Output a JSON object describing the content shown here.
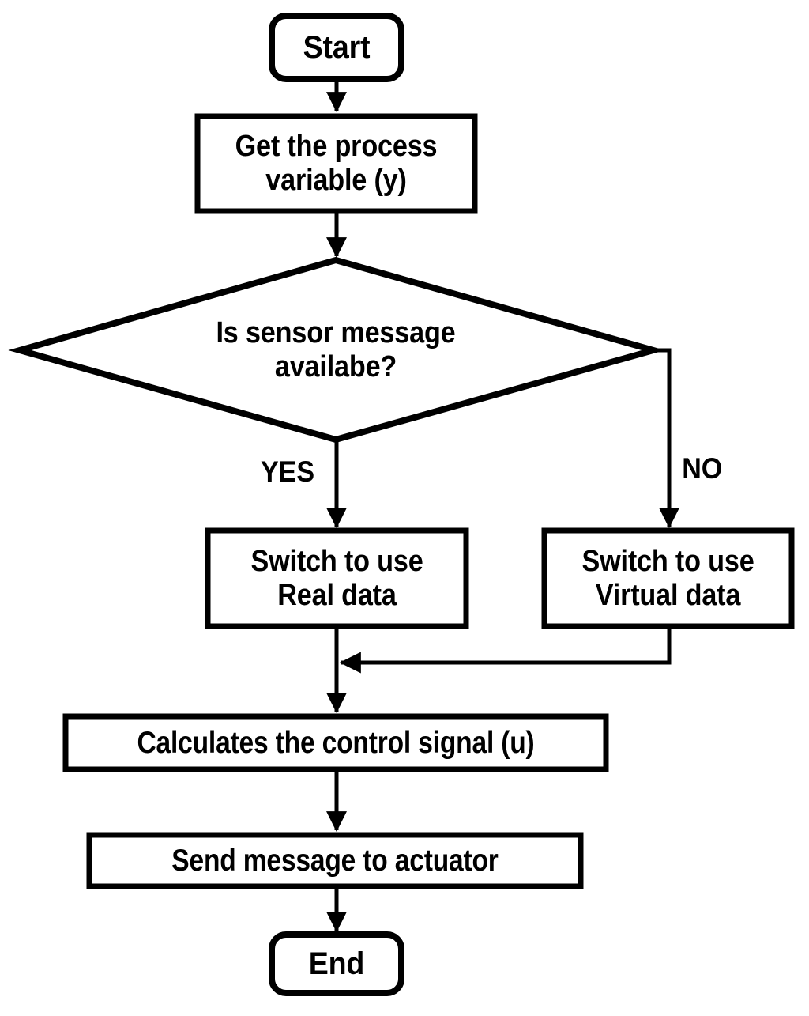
{
  "diagram": {
    "type": "flowchart",
    "title": "Sensor availability control loop flowchart",
    "orientation": "top-to-bottom",
    "stroke_color": "#000000",
    "fill_color": "#ffffff",
    "background_color": "#ffffff"
  },
  "nodes": {
    "start": {
      "label": "Start",
      "shape": "rounded-terminal"
    },
    "get_process_variable": {
      "label": "Get the process\nvariable (y)",
      "shape": "rectangle"
    },
    "decision_sensor": {
      "label": "Is sensor message\navailabe?",
      "shape": "diamond"
    },
    "switch_real": {
      "label": "Switch to use\nReal data",
      "shape": "rectangle"
    },
    "switch_virtual": {
      "label": "Switch to use\nVirtual data",
      "shape": "rectangle"
    },
    "calculate_control": {
      "label": "Calculates the control signal (u)",
      "shape": "rectangle"
    },
    "send_actuator": {
      "label": "Send message to actuator",
      "shape": "rectangle"
    },
    "end": {
      "label": "End",
      "shape": "rounded-terminal"
    }
  },
  "edges": [
    {
      "from": "start",
      "to": "get_process_variable",
      "label": ""
    },
    {
      "from": "get_process_variable",
      "to": "decision_sensor",
      "label": ""
    },
    {
      "from": "decision_sensor",
      "to": "switch_real",
      "label": "YES"
    },
    {
      "from": "decision_sensor",
      "to": "switch_virtual",
      "label": "NO"
    },
    {
      "from": "switch_real",
      "to": "calculate_control",
      "label": ""
    },
    {
      "from": "switch_virtual",
      "to": "calculate_control",
      "label": ""
    },
    {
      "from": "calculate_control",
      "to": "send_actuator",
      "label": ""
    },
    {
      "from": "send_actuator",
      "to": "end",
      "label": ""
    }
  ],
  "edge_labels": {
    "yes": "YES",
    "no": "NO"
  }
}
